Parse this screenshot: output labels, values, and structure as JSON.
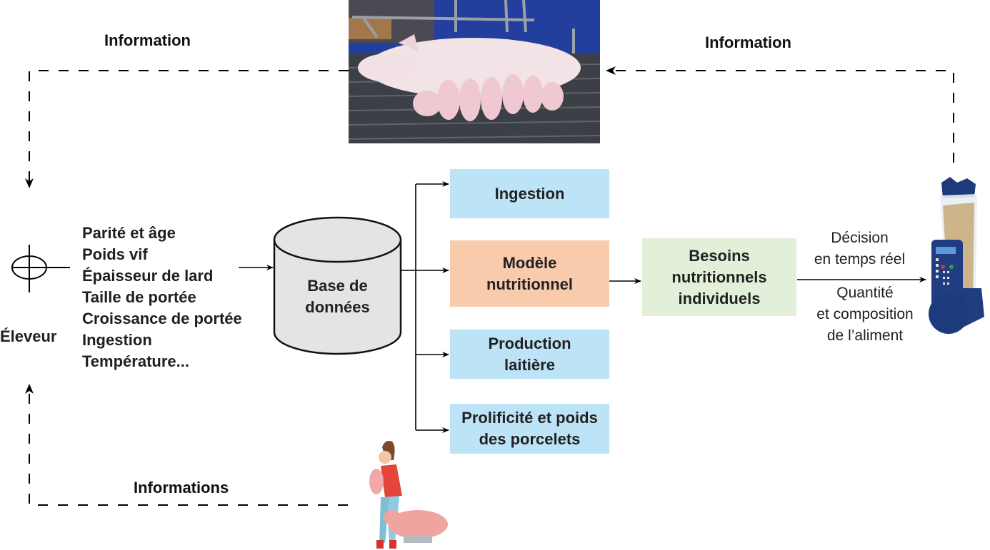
{
  "diagram": {
    "feedback_labels": {
      "top_left": "Information",
      "top_right": "Information",
      "bottom": "Informations"
    },
    "farmer": {
      "label": "Éleveur",
      "symbol": "crosshair-ellipse-icon"
    },
    "inputs": [
      "Parité et âge",
      "Poids vif",
      "Épaisseur de lard",
      "Taille de portée",
      "Croissance de portée",
      "Ingestion",
      "Température..."
    ],
    "database": {
      "line1": "Base de",
      "line2": "données"
    },
    "modules": [
      {
        "line1": "Ingestion",
        "line2": "",
        "color": "#BDE3F7"
      },
      {
        "line1": "Modèle",
        "line2": "nutritionnel",
        "color": "#F8CBAD"
      },
      {
        "line1": "Production",
        "line2": "laitière",
        "color": "#BDE3F7"
      },
      {
        "line1": "Prolificité et poids",
        "line2": "des porcelets",
        "color": "#BDE3F7"
      }
    ],
    "needs": {
      "line1": "Besoins",
      "line2": "nutritionnels",
      "line3": "individuels",
      "color": "#E2EFD9"
    },
    "decision": {
      "above_1": "Décision",
      "above_2": "en temps réel",
      "below_1": "Quantité",
      "below_2": "et composition",
      "below_3": "de l’aliment"
    },
    "images": {
      "sow_photo": "sow nursing piglets in farrowing crate",
      "feeder": "automatic precision feeder",
      "farmer_illustration": "farmer holding piglet with pig"
    }
  }
}
